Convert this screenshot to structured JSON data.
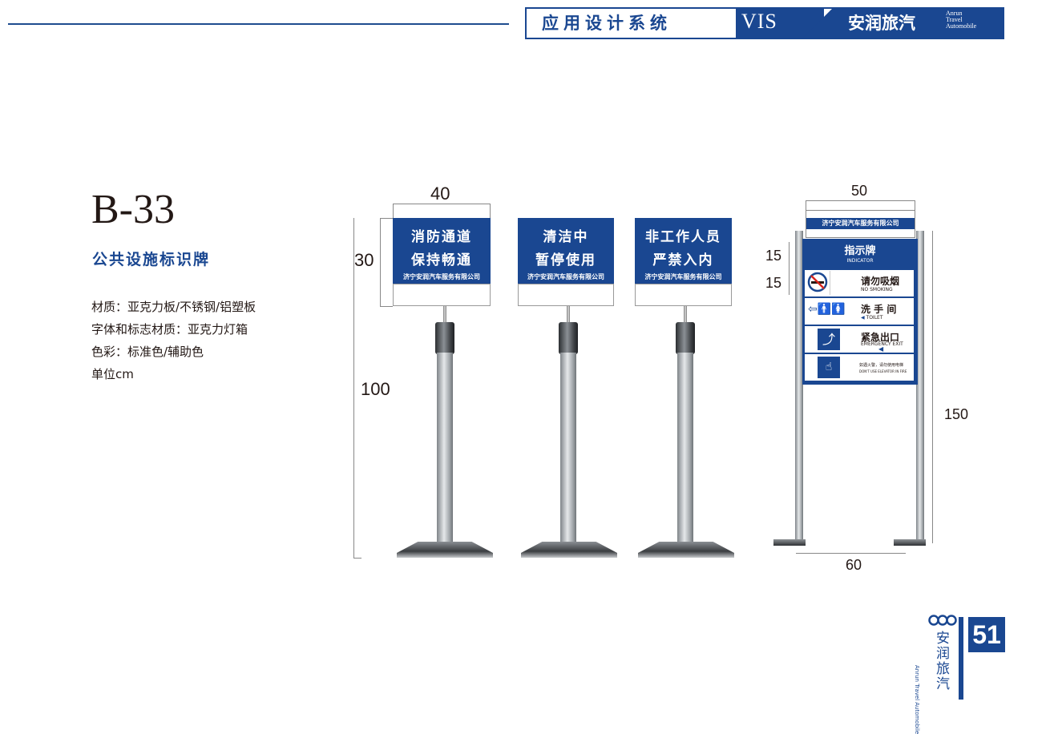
{
  "header": {
    "title": "应用设计系统",
    "vis": "VIS",
    "brand": "安润旅汽",
    "brand_en": [
      "Anrun",
      "Travel",
      "Automobile"
    ]
  },
  "item": {
    "code": "B-33",
    "name": "公共设施标识牌",
    "specs": [
      "材质：亚克力板/不锈钢/铝塑板",
      "字体和标志材质：亚克力灯箱",
      "色彩：标准色/辅助色",
      "单位cm"
    ]
  },
  "dimensions": {
    "width_small": "40",
    "height_panel": "30",
    "height_pole": "100",
    "width_large": "50",
    "row_a": "15",
    "row_b": "15",
    "height_large": "150",
    "base_large": "60"
  },
  "signs": [
    {
      "line1": "消防通道",
      "line2": "保持畅通",
      "logo": "济宁安润汽车服务有限公司"
    },
    {
      "line1": "清洁中",
      "line2": "暂停使用",
      "logo": "济宁安润汽车服务有限公司"
    },
    {
      "line1": "非工作人员",
      "line2": "严禁入内",
      "logo": "济宁安润汽车服务有限公司"
    }
  ],
  "directory": {
    "logo": "济宁安润汽车服务有限公司",
    "title": "指示牌",
    "title_en": "INDICATOR",
    "rows": [
      {
        "cn": "请勿吸烟",
        "en": "NO SMOKING",
        "icon": "no-smoking-icon"
      },
      {
        "cn": "洗 手 间",
        "en": "TOILET",
        "icon": "toilet-icon"
      },
      {
        "cn": "紧急出口",
        "en": "EMERGENCY EXIT",
        "icon": "exit-icon"
      },
      {
        "cn": "如遇火警，请勿使用电梯",
        "en": "DON'T USE ELEVATOR IN FIRE",
        "icon": "elevator-fire-icon"
      }
    ]
  },
  "footer": {
    "brand": "安润旅汽",
    "brand_en": "Anrun Travel Automobile",
    "page": "51"
  },
  "colors": {
    "brand_blue": "#1a4791",
    "text": "#231815"
  }
}
